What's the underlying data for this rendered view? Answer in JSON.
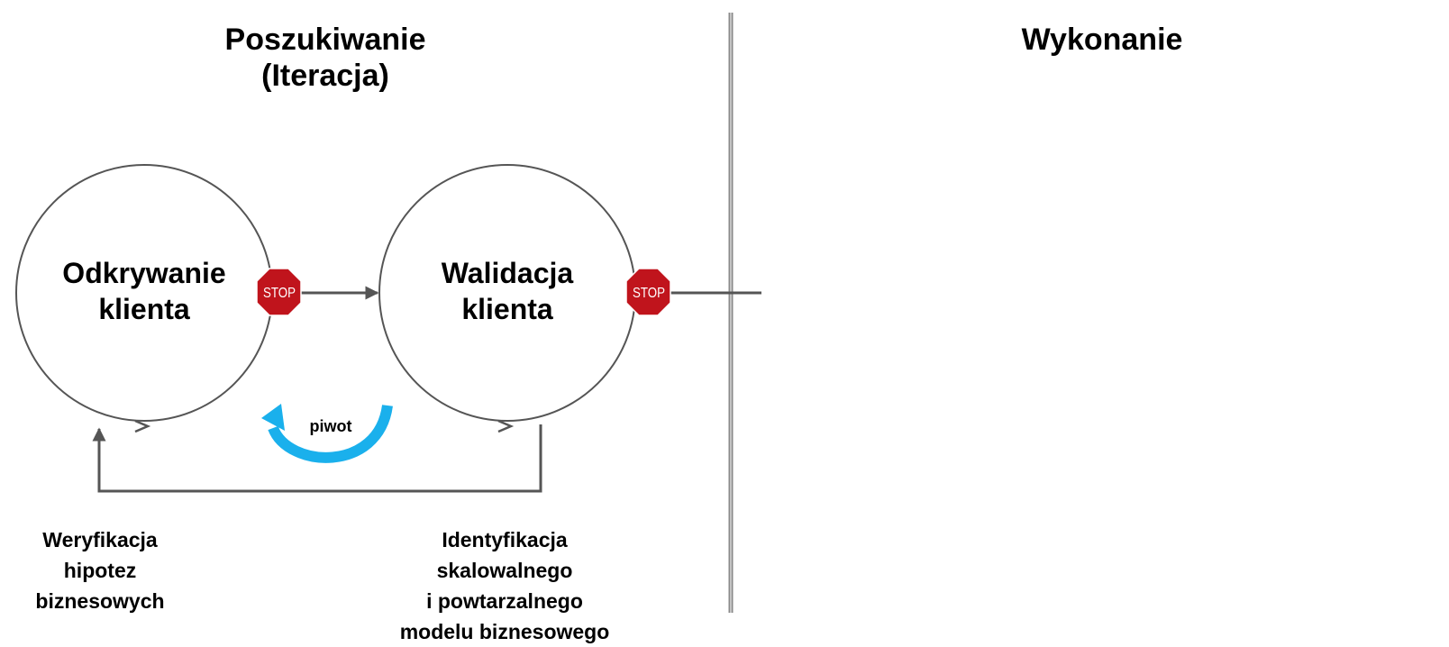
{
  "phases": {
    "search": {
      "line1": "Poszukiwanie",
      "line2": "(Iteracja)"
    },
    "execution": {
      "line1": "Wykonanie"
    }
  },
  "circles": {
    "discovery": {
      "line1": "Odkrywanie",
      "line2": "klienta"
    },
    "validation": {
      "line1": "Walidacja",
      "line2": "klienta"
    }
  },
  "stop_signs": {
    "first": "STOP",
    "second": "STOP"
  },
  "pivot": {
    "label": "piwot"
  },
  "captions": {
    "hypotheses": {
      "line1": "Weryfikacja",
      "line2": "hipotez",
      "line3": "biznesowych"
    },
    "model": {
      "line1": "Identyfikacja",
      "line2": "skalowalnego",
      "line3": "i powtarzalnego",
      "line4": "modelu biznesowego"
    }
  },
  "colors": {
    "stop_fill": "#c0141c",
    "pivot_arrow": "#1ab0ec",
    "line": "#555555",
    "circle_stroke": "#555555"
  }
}
